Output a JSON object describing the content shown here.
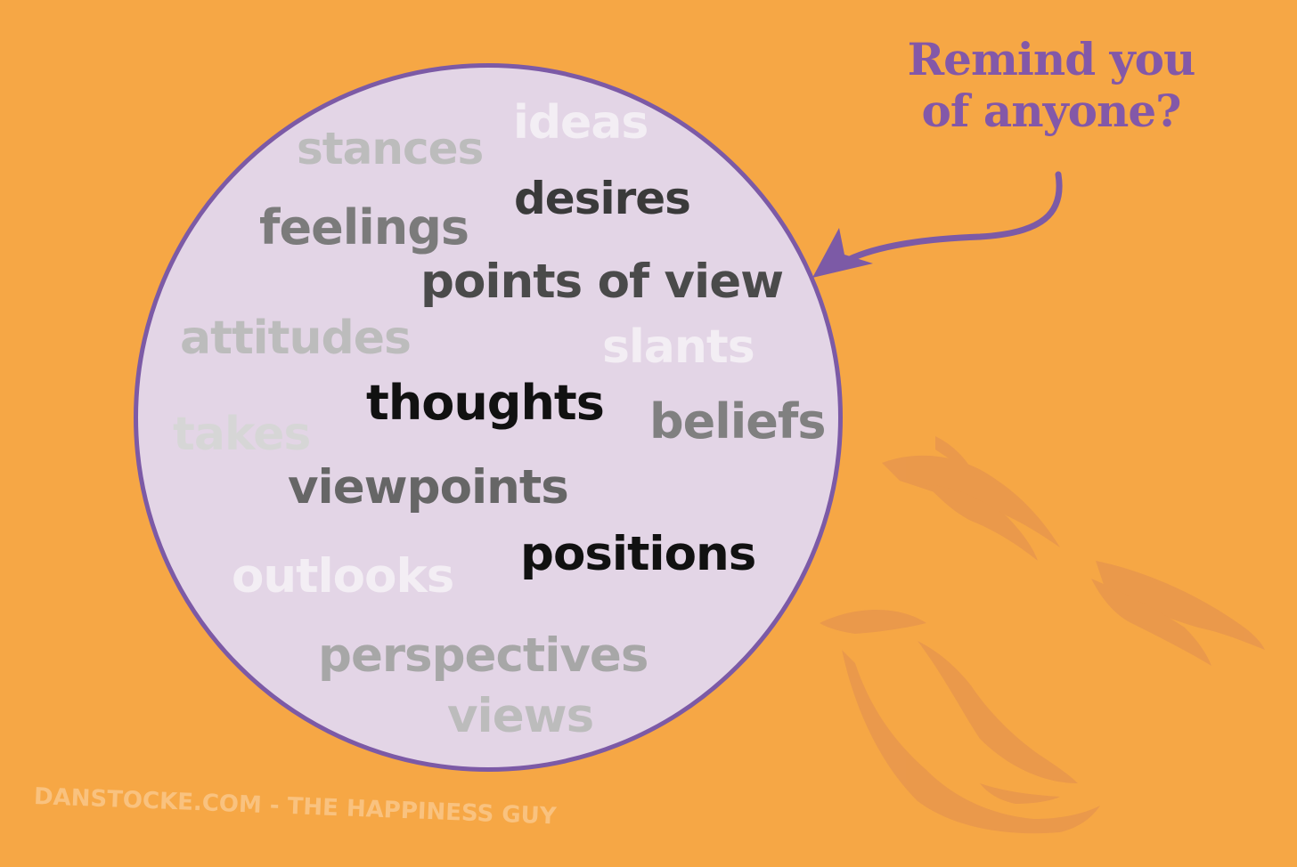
{
  "callout": {
    "line1": "Remind you",
    "line2": "of anyone?"
  },
  "words": {
    "ideas": "ideas",
    "stances": "stances",
    "desires": "desires",
    "feelings": "feelings",
    "points_of_view": "points of view",
    "attitudes": "attitudes",
    "slants": "slants",
    "thoughts": "thoughts",
    "takes": "takes",
    "beliefs": "beliefs",
    "viewpoints": "viewpoints",
    "positions": "positions",
    "outlooks": "outlooks",
    "perspectives": "perspectives",
    "views": "views"
  },
  "watermark": "DANSTOCKE.COM - THE HAPPINESS GUY",
  "colors": {
    "background": "#f6a745",
    "circle_fill": "#e3d5e6",
    "accent_purple": "#7c5aa6",
    "face_sketch": "#e9974a"
  }
}
